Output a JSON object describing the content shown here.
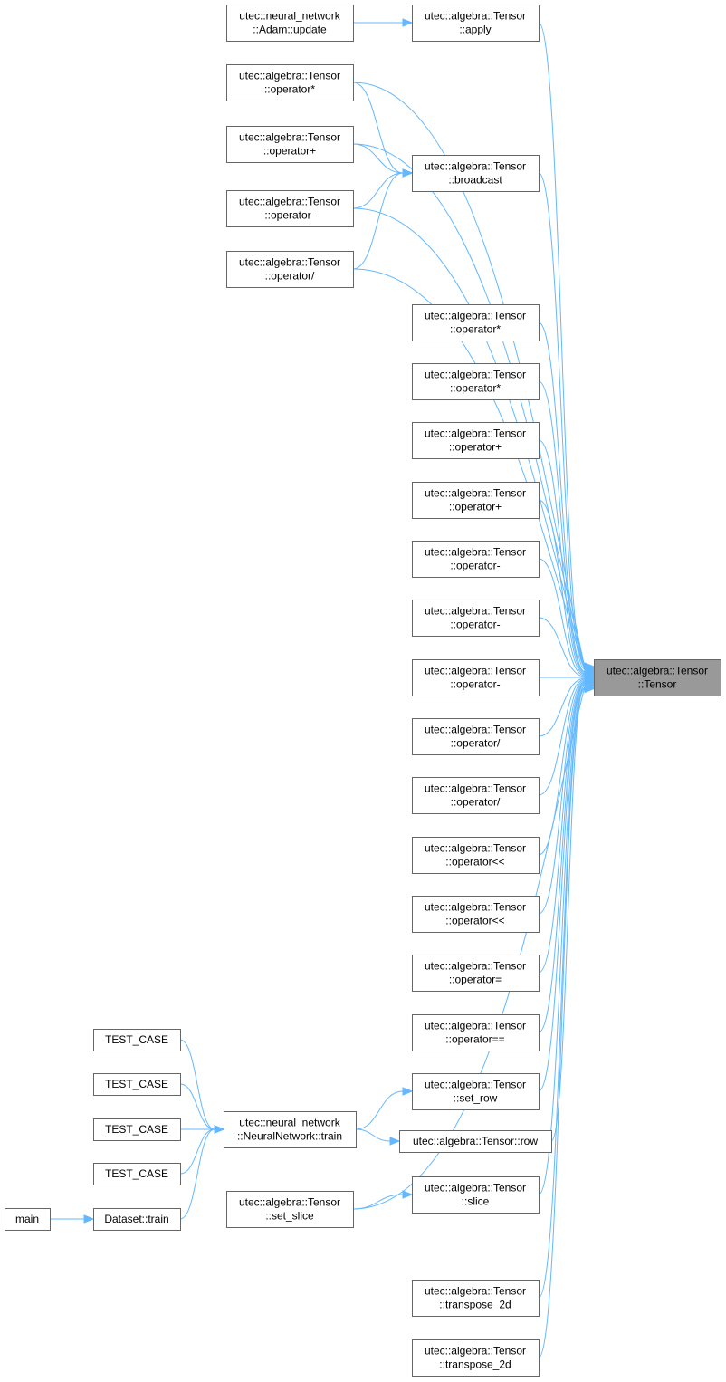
{
  "diagram": {
    "nodes": [
      {
        "id": "tensor",
        "lines": [
          "utec::algebra::Tensor",
          "::Tensor"
        ],
        "focus": true
      },
      {
        "id": "adam_update",
        "lines": [
          "utec::neural_network",
          "::Adam::update"
        ]
      },
      {
        "id": "apply",
        "lines": [
          "utec::algebra::Tensor",
          "::apply"
        ]
      },
      {
        "id": "op_mul_free",
        "lines": [
          "utec::algebra::Tensor",
          "::operator*"
        ]
      },
      {
        "id": "op_add_free",
        "lines": [
          "utec::algebra::Tensor",
          "::operator+"
        ]
      },
      {
        "id": "op_sub_free",
        "lines": [
          "utec::algebra::Tensor",
          "::operator-"
        ]
      },
      {
        "id": "op_div_free",
        "lines": [
          "utec::algebra::Tensor",
          "::operator/"
        ]
      },
      {
        "id": "broadcast",
        "lines": [
          "utec::algebra::Tensor",
          "::broadcast"
        ]
      },
      {
        "id": "op_mul_a",
        "lines": [
          "utec::algebra::Tensor",
          "::operator*"
        ]
      },
      {
        "id": "op_mul_b",
        "lines": [
          "utec::algebra::Tensor",
          "::operator*"
        ]
      },
      {
        "id": "op_add_a",
        "lines": [
          "utec::algebra::Tensor",
          "::operator+"
        ]
      },
      {
        "id": "op_add_b",
        "lines": [
          "utec::algebra::Tensor",
          "::operator+"
        ]
      },
      {
        "id": "op_sub_a",
        "lines": [
          "utec::algebra::Tensor",
          "::operator-"
        ]
      },
      {
        "id": "op_sub_b",
        "lines": [
          "utec::algebra::Tensor",
          "::operator-"
        ]
      },
      {
        "id": "op_sub_c",
        "lines": [
          "utec::algebra::Tensor",
          "::operator-"
        ]
      },
      {
        "id": "op_div_a",
        "lines": [
          "utec::algebra::Tensor",
          "::operator/"
        ]
      },
      {
        "id": "op_div_b",
        "lines": [
          "utec::algebra::Tensor",
          "::operator/"
        ]
      },
      {
        "id": "op_shl_a",
        "lines": [
          "utec::algebra::Tensor",
          "::operator<<"
        ]
      },
      {
        "id": "op_shl_b",
        "lines": [
          "utec::algebra::Tensor",
          "::operator<<"
        ]
      },
      {
        "id": "op_assign",
        "lines": [
          "utec::algebra::Tensor",
          "::operator="
        ]
      },
      {
        "id": "op_eq",
        "lines": [
          "utec::algebra::Tensor",
          "::operator=="
        ]
      },
      {
        "id": "set_row",
        "lines": [
          "utec::algebra::Tensor",
          "::set_row"
        ]
      },
      {
        "id": "row",
        "lines": [
          "utec::algebra::Tensor::row"
        ]
      },
      {
        "id": "slice",
        "lines": [
          "utec::algebra::Tensor",
          "::slice"
        ]
      },
      {
        "id": "set_slice",
        "lines": [
          "utec::algebra::Tensor",
          "::set_slice"
        ]
      },
      {
        "id": "transpose_a",
        "lines": [
          "utec::algebra::Tensor",
          "::transpose_2d"
        ]
      },
      {
        "id": "transpose_b",
        "lines": [
          "utec::algebra::Tensor",
          "::transpose_2d"
        ]
      },
      {
        "id": "nn_train",
        "lines": [
          "utec::neural_network",
          "::NeuralNetwork::train"
        ]
      },
      {
        "id": "test_case_1",
        "lines": [
          "TEST_CASE"
        ]
      },
      {
        "id": "test_case_2",
        "lines": [
          "TEST_CASE"
        ]
      },
      {
        "id": "test_case_3",
        "lines": [
          "TEST_CASE"
        ]
      },
      {
        "id": "test_case_4",
        "lines": [
          "TEST_CASE"
        ]
      },
      {
        "id": "dataset_train",
        "lines": [
          "Dataset::train"
        ]
      },
      {
        "id": "main",
        "lines": [
          "main"
        ]
      }
    ],
    "edges": [
      {
        "from": "adam_update",
        "to": "apply"
      },
      {
        "from": "apply",
        "to": "tensor"
      },
      {
        "from": "op_mul_free",
        "to": "broadcast"
      },
      {
        "from": "op_add_free",
        "to": "broadcast"
      },
      {
        "from": "op_sub_free",
        "to": "broadcast"
      },
      {
        "from": "op_div_free",
        "to": "broadcast"
      },
      {
        "from": "op_mul_free",
        "to": "tensor"
      },
      {
        "from": "op_add_free",
        "to": "tensor"
      },
      {
        "from": "broadcast",
        "to": "tensor"
      },
      {
        "from": "op_sub_free",
        "to": "tensor"
      },
      {
        "from": "op_div_free",
        "to": "tensor"
      },
      {
        "from": "op_mul_a",
        "to": "tensor"
      },
      {
        "from": "op_mul_b",
        "to": "tensor"
      },
      {
        "from": "op_add_a",
        "to": "tensor"
      },
      {
        "from": "op_add_b",
        "to": "tensor"
      },
      {
        "from": "op_sub_a",
        "to": "tensor"
      },
      {
        "from": "op_sub_b",
        "to": "tensor"
      },
      {
        "from": "op_sub_c",
        "to": "tensor"
      },
      {
        "from": "op_div_a",
        "to": "tensor"
      },
      {
        "from": "op_div_b",
        "to": "tensor"
      },
      {
        "from": "op_shl_a",
        "to": "tensor"
      },
      {
        "from": "op_shl_b",
        "to": "tensor"
      },
      {
        "from": "op_assign",
        "to": "tensor"
      },
      {
        "from": "op_eq",
        "to": "tensor"
      },
      {
        "from": "set_row",
        "to": "tensor"
      },
      {
        "from": "row",
        "to": "tensor"
      },
      {
        "from": "slice",
        "to": "tensor"
      },
      {
        "from": "set_slice",
        "to": "tensor"
      },
      {
        "from": "transpose_a",
        "to": "tensor"
      },
      {
        "from": "transpose_b",
        "to": "tensor"
      },
      {
        "from": "nn_train",
        "to": "set_row"
      },
      {
        "from": "nn_train",
        "to": "row"
      },
      {
        "from": "set_slice",
        "to": "slice"
      },
      {
        "from": "test_case_1",
        "to": "nn_train"
      },
      {
        "from": "test_case_2",
        "to": "nn_train"
      },
      {
        "from": "test_case_3",
        "to": "nn_train"
      },
      {
        "from": "test_case_4",
        "to": "nn_train"
      },
      {
        "from": "dataset_train",
        "to": "nn_train"
      },
      {
        "from": "main",
        "to": "dataset_train"
      }
    ],
    "colors": {
      "edge": "#63b8ff",
      "node_border": "#666666",
      "node_fill": "#ffffff",
      "focus_fill": "#999999"
    }
  }
}
